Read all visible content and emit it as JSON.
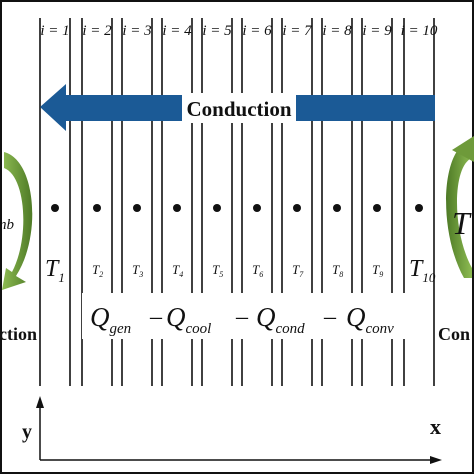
{
  "nodes": [
    {
      "index": "i = 1",
      "temp_letter": "T",
      "temp_sub": "1",
      "big": true
    },
    {
      "index": "i = 2",
      "temp_letter": "T",
      "temp_sub": "2",
      "big": false
    },
    {
      "index": "i = 3",
      "temp_letter": "T",
      "temp_sub": "3",
      "big": false
    },
    {
      "index": "i = 4",
      "temp_letter": "T",
      "temp_sub": "4",
      "big": false
    },
    {
      "index": "i = 5",
      "temp_letter": "T",
      "temp_sub": "5",
      "big": false
    },
    {
      "index": "i = 6",
      "temp_letter": "T",
      "temp_sub": "6",
      "big": false
    },
    {
      "index": "i = 7",
      "temp_letter": "T",
      "temp_sub": "7",
      "big": false
    },
    {
      "index": "i = 8",
      "temp_letter": "T",
      "temp_sub": "8",
      "big": false
    },
    {
      "index": "i = 9",
      "temp_letter": "T",
      "temp_sub": "9",
      "big": false
    },
    {
      "index": "i = 10",
      "temp_letter": "T",
      "temp_sub": "10",
      "big": true
    }
  ],
  "conduction_arrow_label": "Conduction",
  "energy_balance": {
    "q1": "Q",
    "q1_sub": "gen",
    "op1": "–",
    "q2": "Q",
    "q2_sub": "cool",
    "op2": "–",
    "q3": "Q",
    "q3_sub": "cond",
    "op3": "–",
    "q4": "Q",
    "q4_sub": "conv"
  },
  "left_side": {
    "symbol_fragment": "nb",
    "label_fragment": "ction"
  },
  "right_side": {
    "symbol_fragment": "T",
    "label_fragment": "Con"
  },
  "axes": {
    "y_label": "y",
    "x_label": "x"
  },
  "colors": {
    "arrow_blue": "#1b5a96",
    "cycle_green": "#6e9a3a",
    "line": "#111111"
  }
}
